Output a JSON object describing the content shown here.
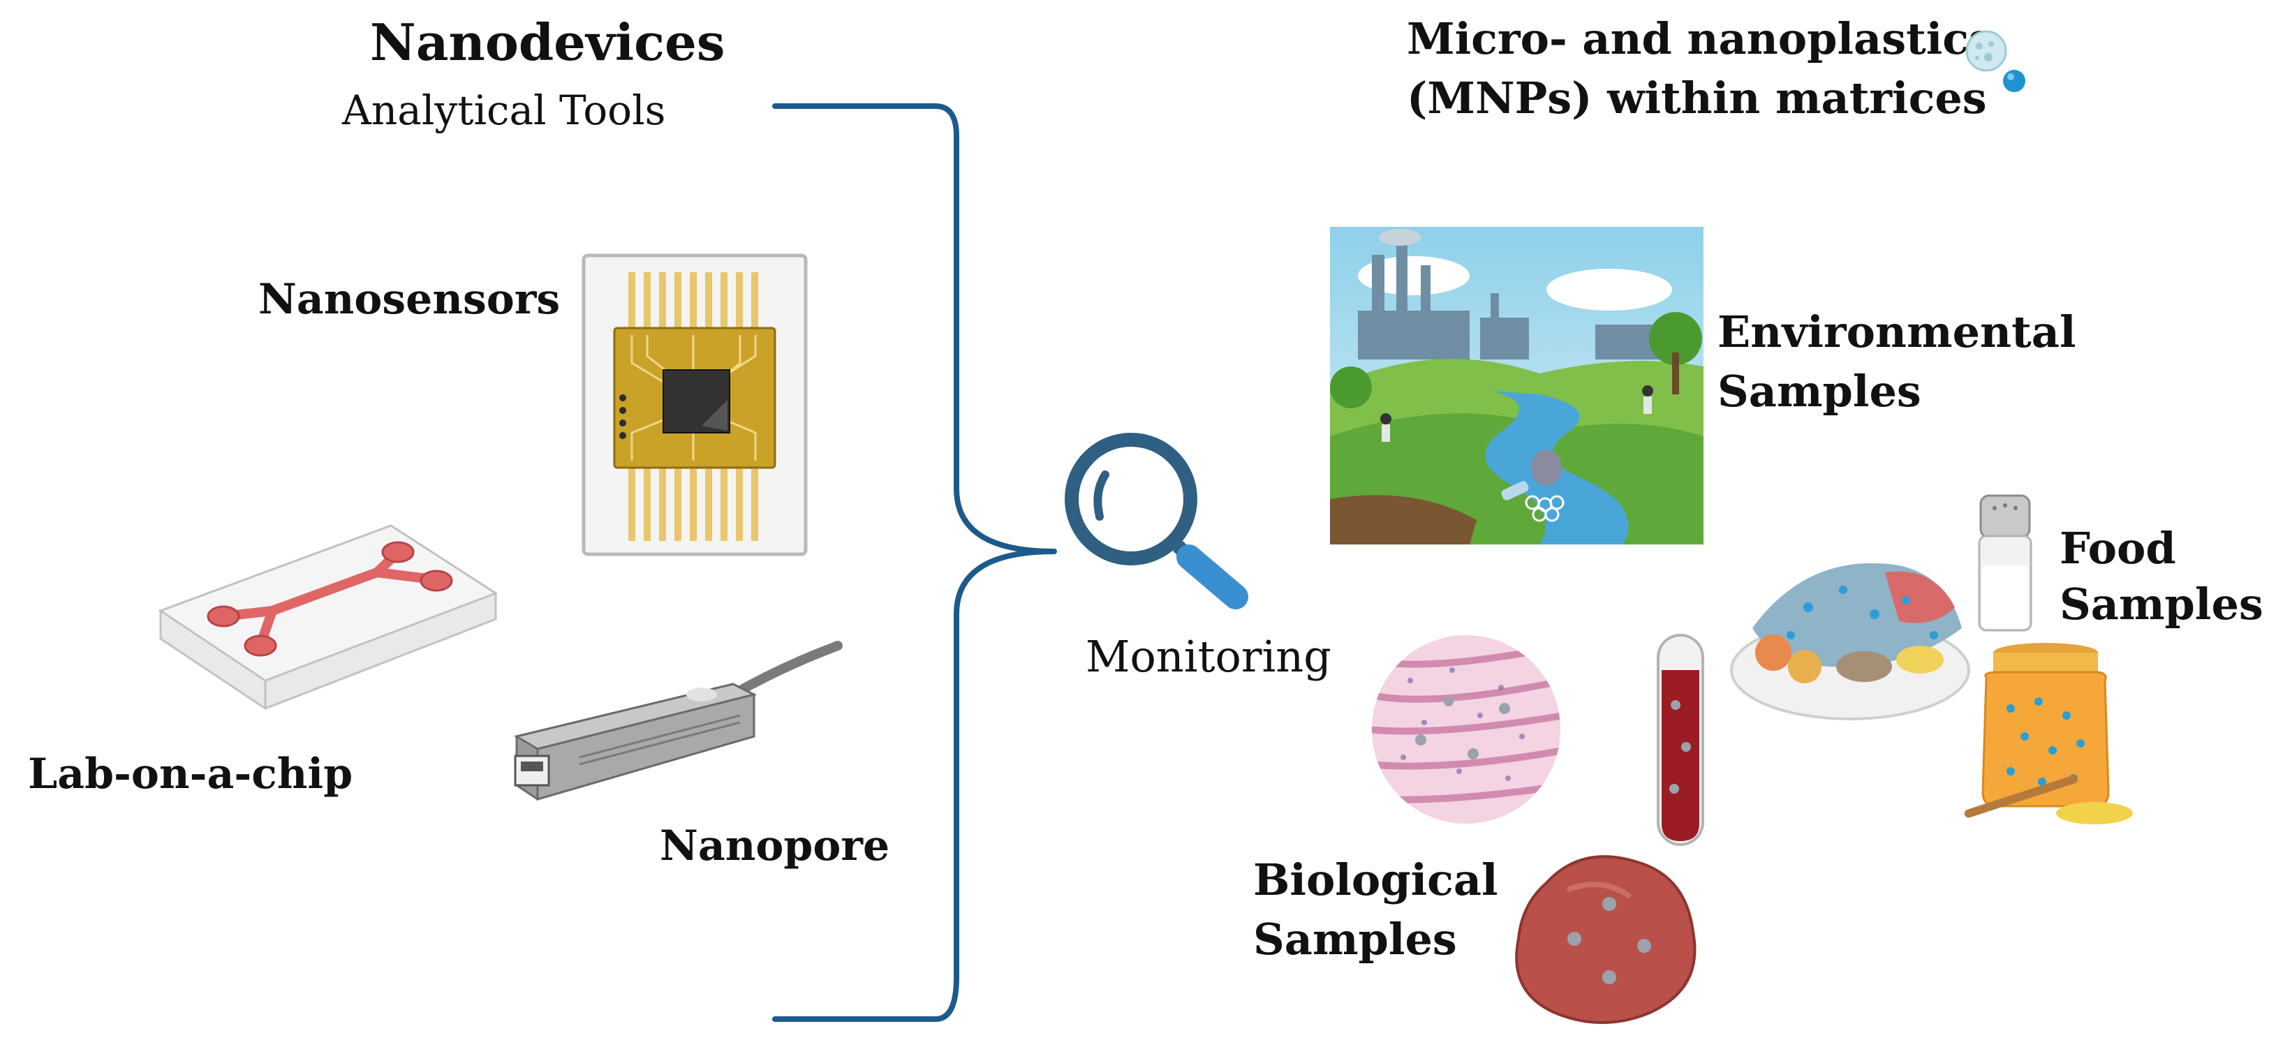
{
  "header": {
    "title": "Nanodevices",
    "subtitle": "Analytical Tools",
    "mnps_line1": "Micro- and nanoplastics",
    "mnps_line2": "(MNPs) within matrices"
  },
  "devices": {
    "nanosensors": "Nanosensors",
    "lab_on_chip": "Lab-on-a-chip",
    "nanopore": "Nanopore"
  },
  "center": {
    "monitoring": "Monitoring"
  },
  "samples": {
    "environmental_line1": "Environmental",
    "environmental_line2": "Samples",
    "food_line1": "Food",
    "food_line2": "Samples",
    "biological_line1": "Biological",
    "biological_line2": "Samples"
  },
  "colors": {
    "bracket": "#1d5a8c",
    "magnifier": "#2f5f82",
    "magnifier_handle": "#3a8fd0",
    "chip_gold": "#c9a227",
    "chip_pin": "#e8c66a",
    "channel_red": "#e06666",
    "particle_blue": "#2a9fd6"
  }
}
